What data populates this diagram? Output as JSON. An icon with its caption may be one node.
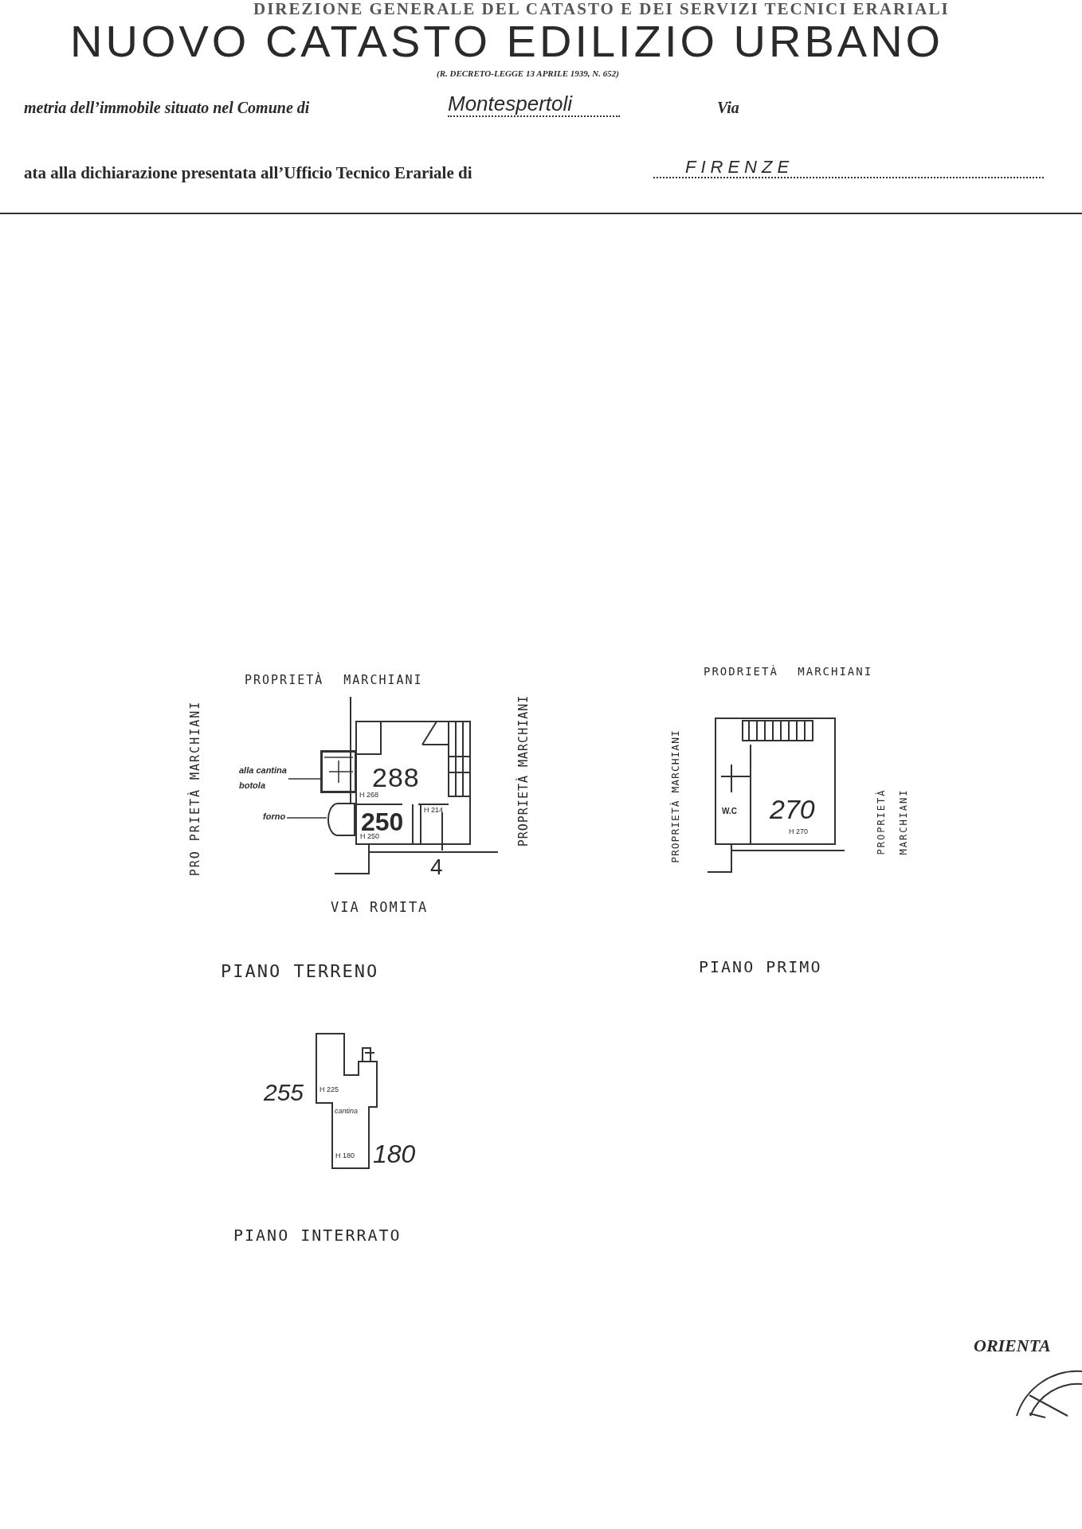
{
  "diagram": {
    "title": "NUOVO CATASTO EDILIZIO URBANO",
    "nodes": [
      {
        "text": [
          "alla cantina",
          "botola"
        ]
      },
      {
        "text": [],
        "shape": "box"
      },
      {
        "text": [
          "forno"
        ]
      },
      {
        "text": [],
        "shape": "circle"
      }
    ],
    "edges": [
      {
        "from": 0,
        "to": 1,
        "arrow": "none"
      },
      {
        "from": 2,
        "to": 3,
        "arrow": "none"
      }
    ],
    "labels": [
      "DIREZIONE GENERALE DEL CATASTO E DEI SERVIZI TECNICI ERARIALI",
      "(R. DECRETO-LEGGE 13 APRILE 1939, N. 652)",
      "metria dell’immobile situato nel Comune di",
      "Montespertoli",
      "Via",
      "ata alla dichiarazione presentata all’Ufficio Tecnico Erariale di",
      "FIRENZE",
      "PROPRIETÀ MARCHIANI",
      "PRO PRIETÀ MARCHIANI",
      "PROPRIETÀ MARCHIANI",
      "288",
      "H 268",
      "250",
      "H 250",
      "H 214",
      "4",
      "VIA ROMITA",
      "PIANO TERRENO",
      "PRODRIETÀ MARCHIANI",
      "PROPRIETÀ MARCHIANI",
      "W.C",
      "270",
      "H 270",
      "PROPRIETÀ",
      "MARCHIANI",
      "PIANO PRIMO",
      "255",
      "H 225",
      "cantina",
      "180",
      "H 180",
      "PIANO INTERRATO",
      "ORIENTA"
    ]
  }
}
